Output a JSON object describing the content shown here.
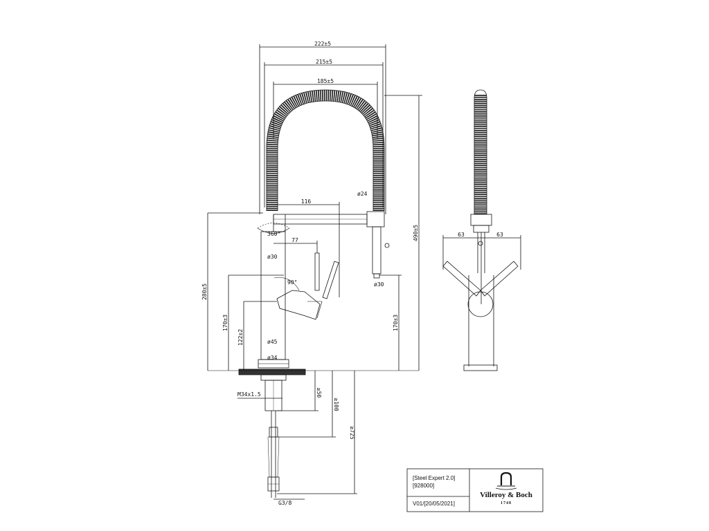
{
  "dimensions": {
    "w222": "222±5",
    "w215": "215±5",
    "w185": "185±5",
    "d24": "ø24",
    "d30a": "ø30",
    "d30b": "ø30",
    "r360": "360°",
    "l116": "116",
    "l77": "77",
    "a90": "90°",
    "h490": "490±5",
    "h280": "280±5",
    "h170a": "170±3",
    "h170b": "170±3",
    "h122": "122±2",
    "d45": "ø45",
    "d34": "ø34",
    "m34": "M34x1.5",
    "g50": "≥50",
    "g100": "≥100",
    "g725": "≥725",
    "g38": "G3/8",
    "s63a": "63",
    "s63b": "63"
  },
  "title_block": {
    "product": "[Steel Expert 2.0]",
    "number": "[928000]",
    "version": "V01/[20/05/2021]",
    "brand": "Villeroy & Boch",
    "year": "1748"
  },
  "colors": {
    "line": "#111111",
    "hose": "#1a1a1a"
  }
}
